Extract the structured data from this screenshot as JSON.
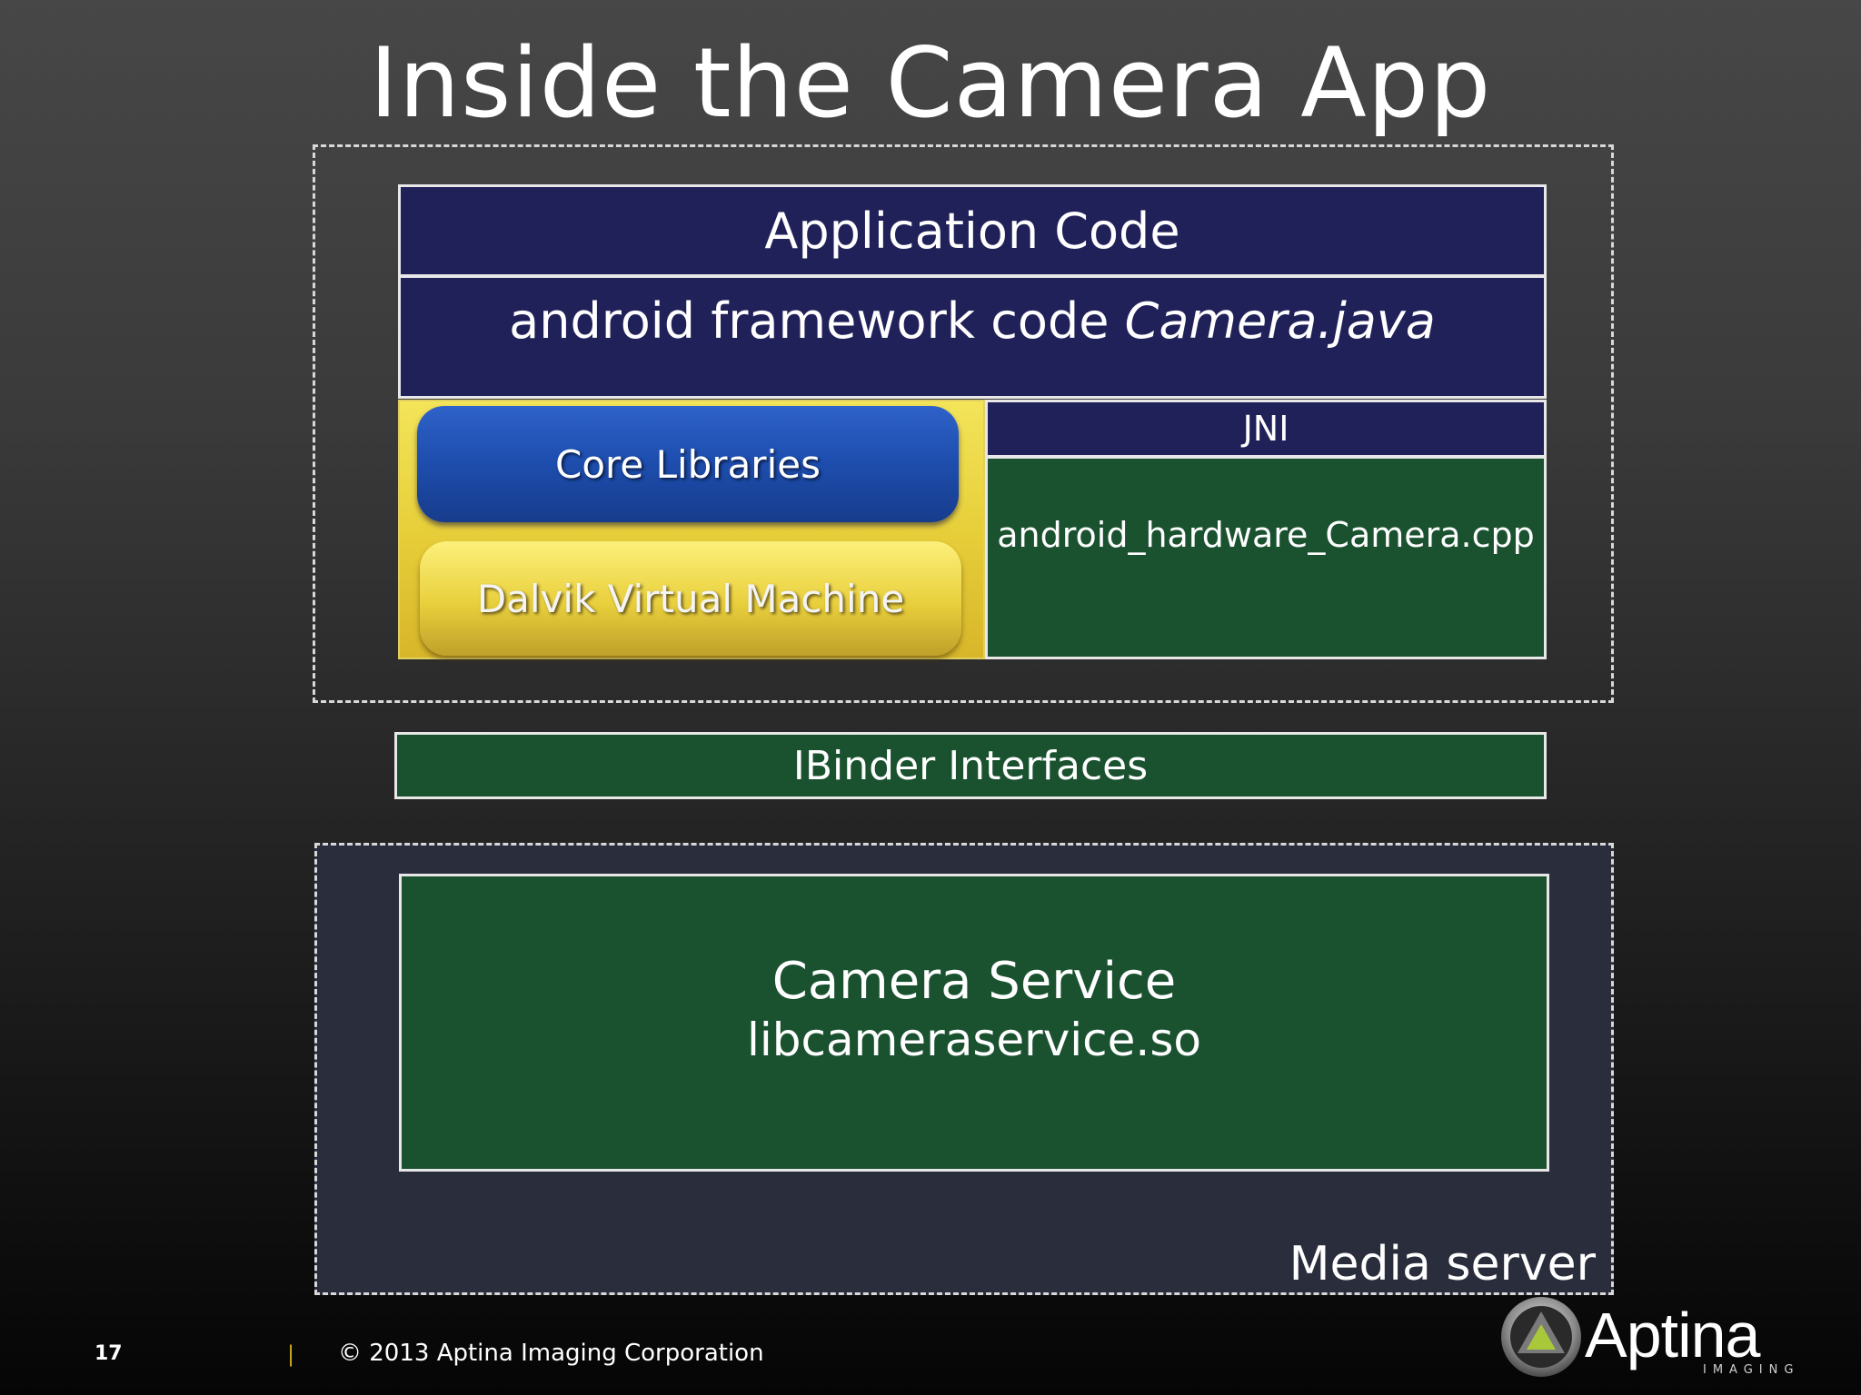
{
  "slide": {
    "title": "Inside the Camera App",
    "page_number": "17",
    "footer_separator": "|",
    "footer_text": "© 2013 Aptina Imaging Corporation"
  },
  "diagram": {
    "application_code": "Application Code",
    "framework_prefix": "android framework code ",
    "framework_class": "Camera.java",
    "core_libraries": "Core Libraries",
    "dalvik_vm": "Dalvik Virtual Machine",
    "jni": "JNI",
    "jni_source": "android_hardware_Camera.cpp",
    "ibinder": "IBinder Interfaces",
    "camera_service": "Camera Service",
    "camera_service_lib": "libcameraservice.so",
    "media_server": "Media server"
  },
  "logo": {
    "name": "Aptina",
    "subtitle": "IMAGING",
    "icon": "aptina-triangle-logo-icon"
  },
  "colors": {
    "navy": "#21215a",
    "green": "#1a5230",
    "blue_pill": "#1e4fb0",
    "yellow_pill": "#e8cf3c",
    "media_server_bg": "#2a2d3c"
  }
}
